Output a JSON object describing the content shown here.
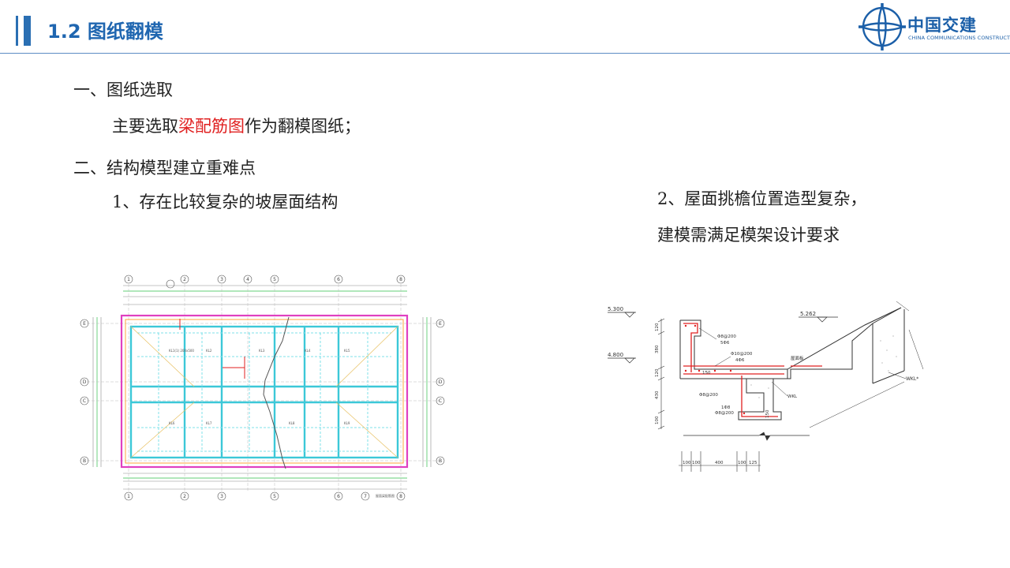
{
  "header": {
    "title": "1.2 图纸翻模",
    "logo_cn": "中国交建",
    "logo_en": "CHINA COMMUNICATIONS CONSTRUCTION"
  },
  "content": {
    "s1_heading": "一、图纸选取",
    "s1_pre": "主要选取",
    "s1_highlight": "梁配筋图",
    "s1_post": "作为翻模图纸；",
    "s2_heading": "二、结构模型建立重难点",
    "point1": "1、存在比较复杂的坡屋面结构",
    "point2_line1": "2、屋面挑檐位置造型复杂，",
    "point2_line2": "建模需满足模架设计要求"
  },
  "plan_drawing": {
    "col_axes_top": [
      "1",
      "2",
      "3",
      "4",
      "5",
      "6",
      "8"
    ],
    "col_axes_bottom": [
      "1",
      "2",
      "3",
      "5",
      "6",
      "7",
      "8"
    ],
    "row_axes": [
      "E",
      "D",
      "C",
      "B"
    ]
  },
  "section_drawing": {
    "level_left_top": "5.300",
    "level_left_mid": "4.800",
    "level_right": "5.262",
    "rebar_1": "Φ8@200",
    "rebar_1b": "5Φ6",
    "rebar_2": "Φ10@200",
    "rebar_2b": "4Φ6",
    "rebar_3": "Φ8@200",
    "rebar_4": "1Φ8",
    "rebar_5": "Φ8@200",
    "dim_150": "150",
    "roof_label": "屋面板",
    "beam_label": "WKL",
    "beam_label_ext": "WKL*",
    "dim_v": [
      "120",
      "380",
      "120",
      "430",
      "100"
    ],
    "dim_h": [
      "100",
      "100",
      "400",
      "100",
      "125"
    ],
    "dim_150v": "150"
  },
  "colors": {
    "header_blue": "#1f66b0",
    "highlight_red": "#e02020"
  }
}
